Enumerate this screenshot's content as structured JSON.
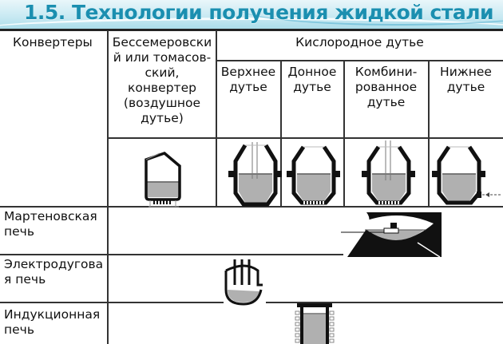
{
  "title": "1.5. Технологии получения жидкой стали",
  "table": {
    "header": {
      "row_label": "Конвертеры",
      "bessemer": [
        "Бессемеровски",
        "й или томасов-",
        "ский,",
        "конвертер",
        "(воздушное",
        "дутье)"
      ],
      "oxygen_group": "Кислородное дутье",
      "oxygen_subcols": [
        {
          "line1": "Верхнее",
          "line2": "дутье",
          "line3": ""
        },
        {
          "line1": "Донное",
          "line2": "дутье",
          "line3": ""
        },
        {
          "line1": "Комбини-",
          "line2": "рованное",
          "line3": "дутье"
        },
        {
          "line1": "Нижнее",
          "line2": "дутье",
          "line3": ""
        }
      ]
    },
    "rows": [
      {
        "line1": "Мартеновская",
        "line2": "печь",
        "icon": "open-hearth-furnace-icon"
      },
      {
        "line1": "Электродугова",
        "line2": "я печь",
        "icon": "electric-arc-furnace-icon"
      },
      {
        "line1": "Индукционная",
        "line2": "печь",
        "icon": "induction-furnace-icon"
      }
    ]
  },
  "colors": {
    "title": "#1b8fb0",
    "metal_fill": "#b0b0b0",
    "vessel": "#111111",
    "grid": "#333333"
  }
}
